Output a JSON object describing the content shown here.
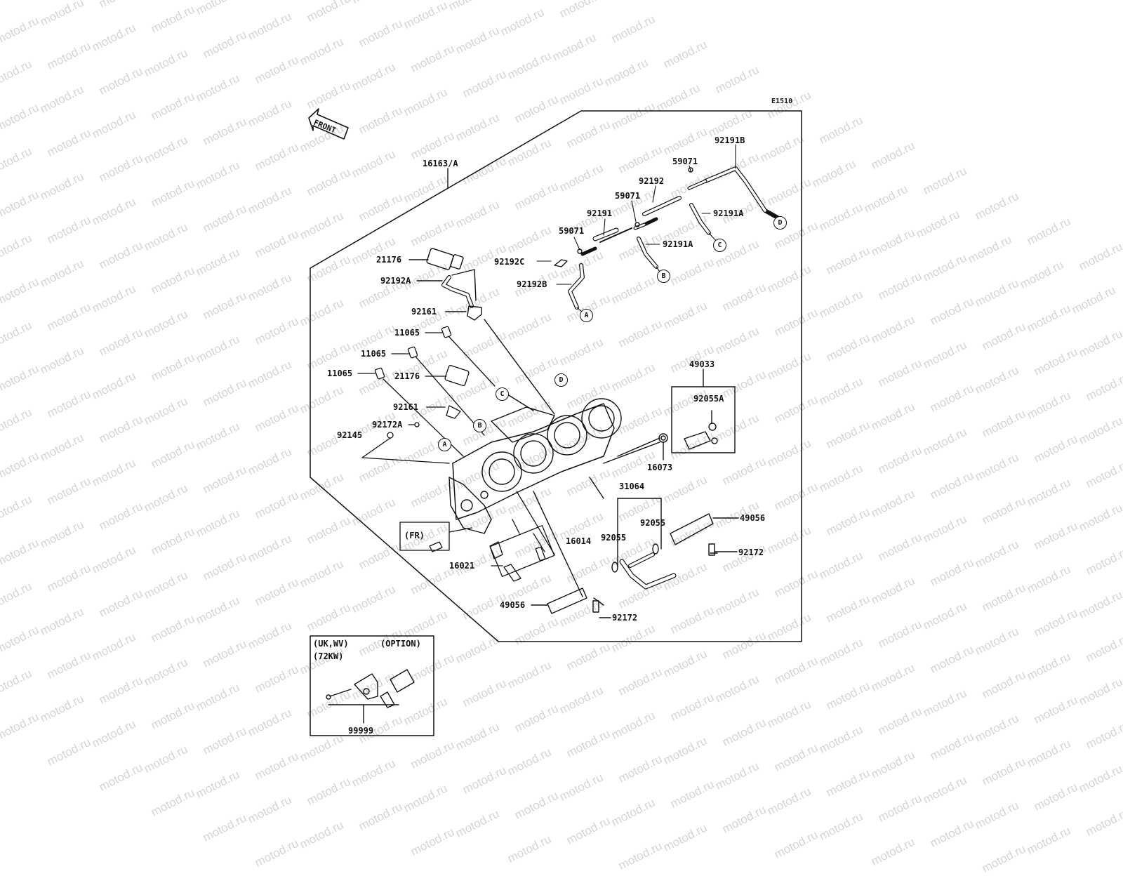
{
  "watermark": "motod.ru",
  "diagram_code": "E1510",
  "front_arrow": {
    "label": "FRONT"
  },
  "boxes": {
    "fr_label": "(FR)",
    "option_box": {
      "region": "(UK,WV)",
      "power": "(72KW)",
      "option": "(OPTION)",
      "part": "99999"
    }
  },
  "parts": [
    {
      "key": "p16163",
      "label": "16163/A"
    },
    {
      "key": "p92191B",
      "label": "92191B"
    },
    {
      "key": "p59071a",
      "label": "59071"
    },
    {
      "key": "p92192",
      "label": "92192"
    },
    {
      "key": "p59071b",
      "label": "59071"
    },
    {
      "key": "p92191",
      "label": "92191"
    },
    {
      "key": "p92191A_top",
      "label": "92191A"
    },
    {
      "key": "p59071c",
      "label": "59071"
    },
    {
      "key": "p92191A_mid",
      "label": "92191A"
    },
    {
      "key": "p92192C",
      "label": "92192C"
    },
    {
      "key": "p92192B",
      "label": "92192B"
    },
    {
      "key": "p21176a",
      "label": "21176"
    },
    {
      "key": "p92192A",
      "label": "92192A"
    },
    {
      "key": "p92161a",
      "label": "92161"
    },
    {
      "key": "p11065a",
      "label": "11065"
    },
    {
      "key": "p11065b",
      "label": "11065"
    },
    {
      "key": "p11065c",
      "label": "11065"
    },
    {
      "key": "p21176b",
      "label": "21176"
    },
    {
      "key": "p92161b",
      "label": "92161"
    },
    {
      "key": "p92172A",
      "label": "92172A"
    },
    {
      "key": "p92145",
      "label": "92145"
    },
    {
      "key": "p49033",
      "label": "49033"
    },
    {
      "key": "p92055A",
      "label": "92055A"
    },
    {
      "key": "p16073",
      "label": "16073"
    },
    {
      "key": "p31064",
      "label": "31064"
    },
    {
      "key": "p92055a",
      "label": "92055"
    },
    {
      "key": "p92055b",
      "label": "92055"
    },
    {
      "key": "p49056a",
      "label": "49056"
    },
    {
      "key": "p92172a",
      "label": "92172"
    },
    {
      "key": "p16014",
      "label": "16014"
    },
    {
      "key": "p16021",
      "label": "16021"
    },
    {
      "key": "p49056b",
      "label": "49056"
    },
    {
      "key": "p92172b",
      "label": "92172"
    }
  ],
  "connectors": [
    "A",
    "B",
    "C",
    "D",
    "A",
    "B",
    "C",
    "D"
  ]
}
